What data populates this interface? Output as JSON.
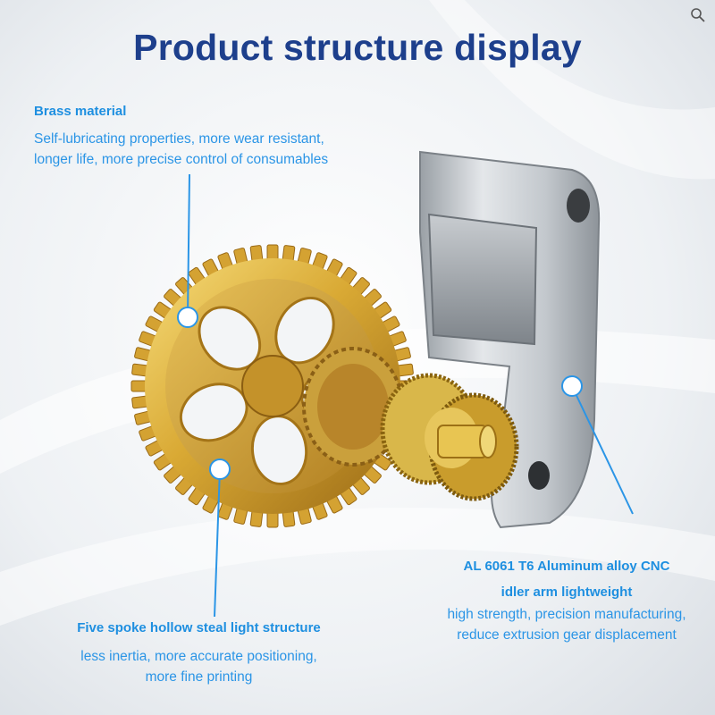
{
  "title": "Product structure display",
  "brass": {
    "heading": "Brass material",
    "lines": [
      "Self-lubricating properties, more wear resistant,",
      "longer life, more precise control of consumables"
    ]
  },
  "spoke": {
    "heading": "Five spoke hollow steal light structure",
    "lines": [
      "less inertia, more accurate positioning,",
      "more fine printing"
    ]
  },
  "aluminum": {
    "heading_lines": [
      "AL 6061 T6 Aluminum alloy CNC",
      "idler arm lightweight"
    ],
    "lines": [
      "high strength, precision manufacturing,",
      "reduce extrusion gear displacement"
    ]
  },
  "icons": {
    "corner": "magnifier-search-icon"
  },
  "colors": {
    "title": "#1d3f8c",
    "accent": "#1e8fe0",
    "brass": "#d8a72c",
    "aluminum": "#b9bec4"
  }
}
